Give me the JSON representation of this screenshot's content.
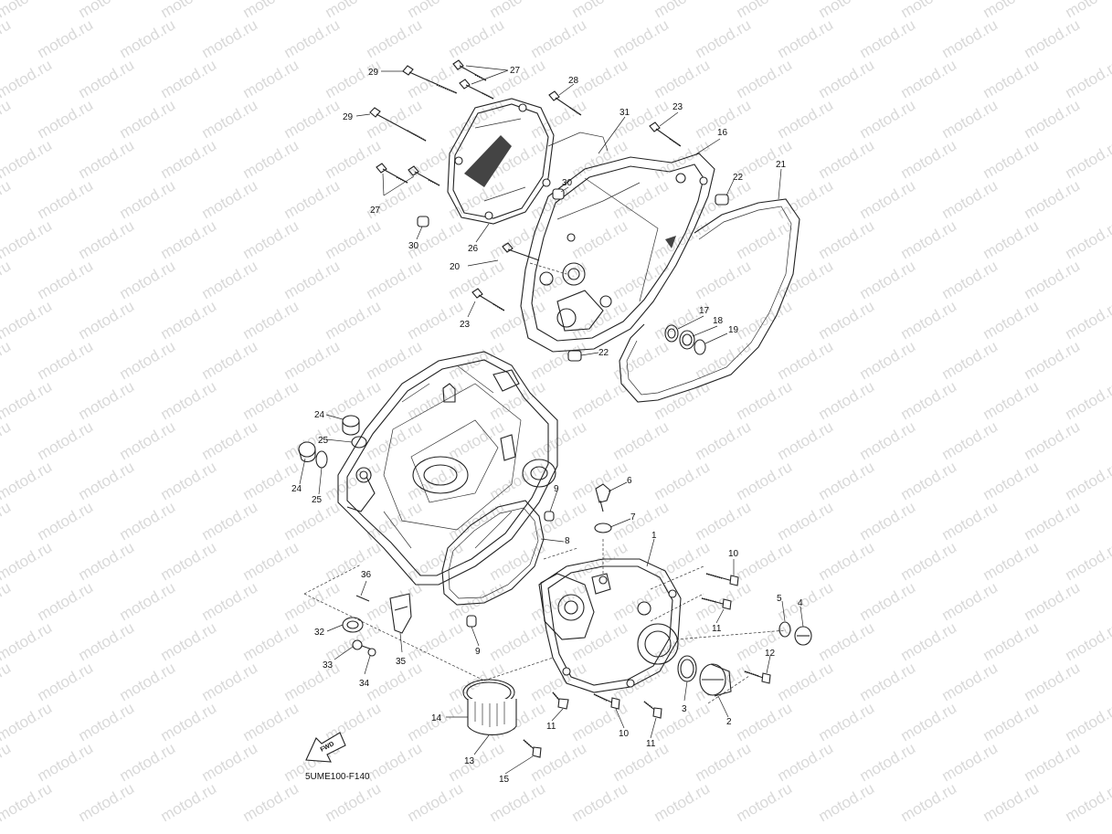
{
  "diagram": {
    "code": "5UME100-F140",
    "fwd_label": "FWD",
    "watermark": "motod.ru"
  },
  "callouts": {
    "c1": "1",
    "c2": "2",
    "c3": "3",
    "c4": "4",
    "c5": "5",
    "c6": "6",
    "c7": "7",
    "c8": "8",
    "c9a": "9",
    "c9b": "9",
    "c10a": "10",
    "c10b": "10",
    "c11a": "11",
    "c11b": "11",
    "c11c": "11",
    "c12": "12",
    "c13": "13",
    "c14": "14",
    "c15": "15",
    "c16": "16",
    "c17": "17",
    "c18": "18",
    "c19": "19",
    "c20": "20",
    "c21": "21",
    "c22a": "22",
    "c22b": "22",
    "c23a": "23",
    "c23b": "23",
    "c24a": "24",
    "c24b": "24",
    "c25a": "25",
    "c25b": "25",
    "c26": "26",
    "c27a": "27",
    "c27b": "27",
    "c28": "28",
    "c29a": "29",
    "c29b": "29",
    "c30a": "30",
    "c30b": "30",
    "c31": "31",
    "c32": "32",
    "c33": "33",
    "c34": "34",
    "c35": "35",
    "c36": "36"
  }
}
